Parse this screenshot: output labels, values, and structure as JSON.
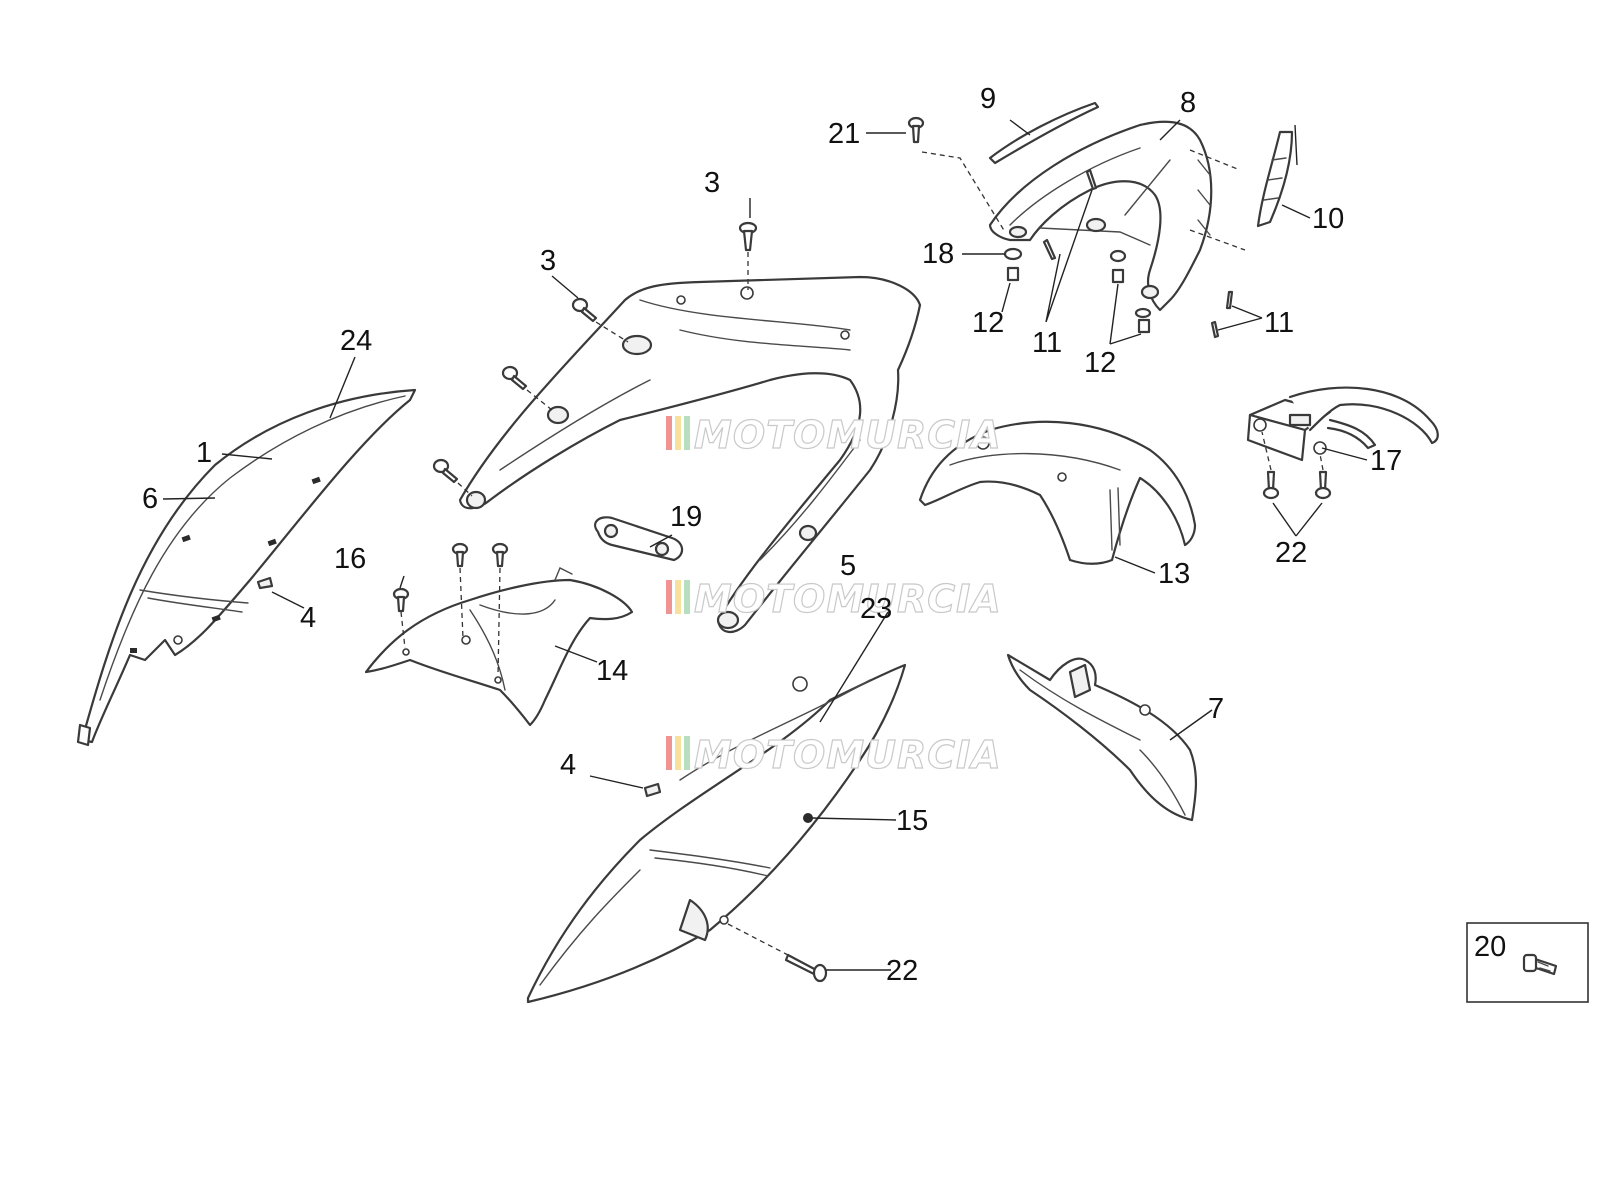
{
  "watermark": {
    "text": "MOTOMURCIA",
    "stripe_colors": [
      "#e23b3b",
      "#f2c84b",
      "#7cc38b"
    ]
  },
  "callouts": {
    "c1": "1",
    "c3a": "3",
    "c3b": "3",
    "c4a": "4",
    "c4b": "4",
    "c5": "5",
    "c6": "6",
    "c7": "7",
    "c8": "8",
    "c9": "9",
    "c10": "10",
    "c11a": "11",
    "c11b": "11",
    "c12a": "12",
    "c12b": "12",
    "c13": "13",
    "c14": "14",
    "c15": "15",
    "c16": "16",
    "c17": "17",
    "c18": "18",
    "c19": "19",
    "c20": "20",
    "c21": "21",
    "c22a": "22",
    "c22b": "22",
    "c23": "23",
    "c24": "24"
  }
}
